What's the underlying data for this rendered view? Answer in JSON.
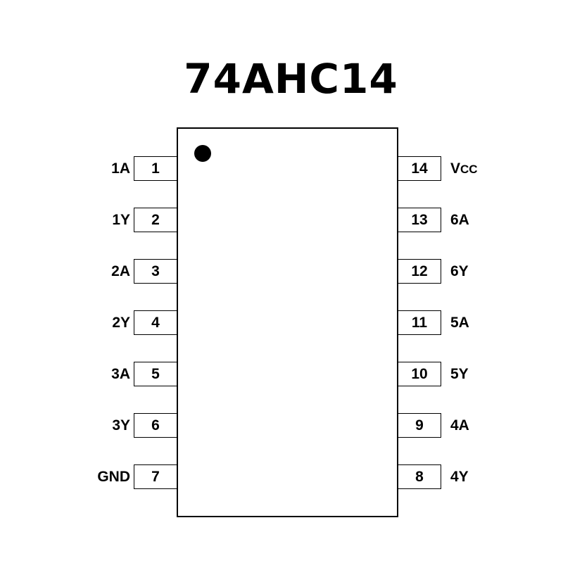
{
  "title": "74AHC14",
  "left_pins": [
    {
      "number": "1",
      "label": "1A"
    },
    {
      "number": "2",
      "label": "1Y"
    },
    {
      "number": "3",
      "label": "2A"
    },
    {
      "number": "4",
      "label": "2Y"
    },
    {
      "number": "5",
      "label": "3A"
    },
    {
      "number": "6",
      "label": "3Y"
    },
    {
      "number": "7",
      "label": "GND"
    }
  ],
  "right_pins": [
    {
      "number": "14",
      "label": "V",
      "label_sub": "CC"
    },
    {
      "number": "13",
      "label": "6A"
    },
    {
      "number": "12",
      "label": "6Y"
    },
    {
      "number": "11",
      "label": "5A"
    },
    {
      "number": "10",
      "label": "5Y"
    },
    {
      "number": "9",
      "label": "4A"
    },
    {
      "number": "8",
      "label": "4Y"
    }
  ]
}
